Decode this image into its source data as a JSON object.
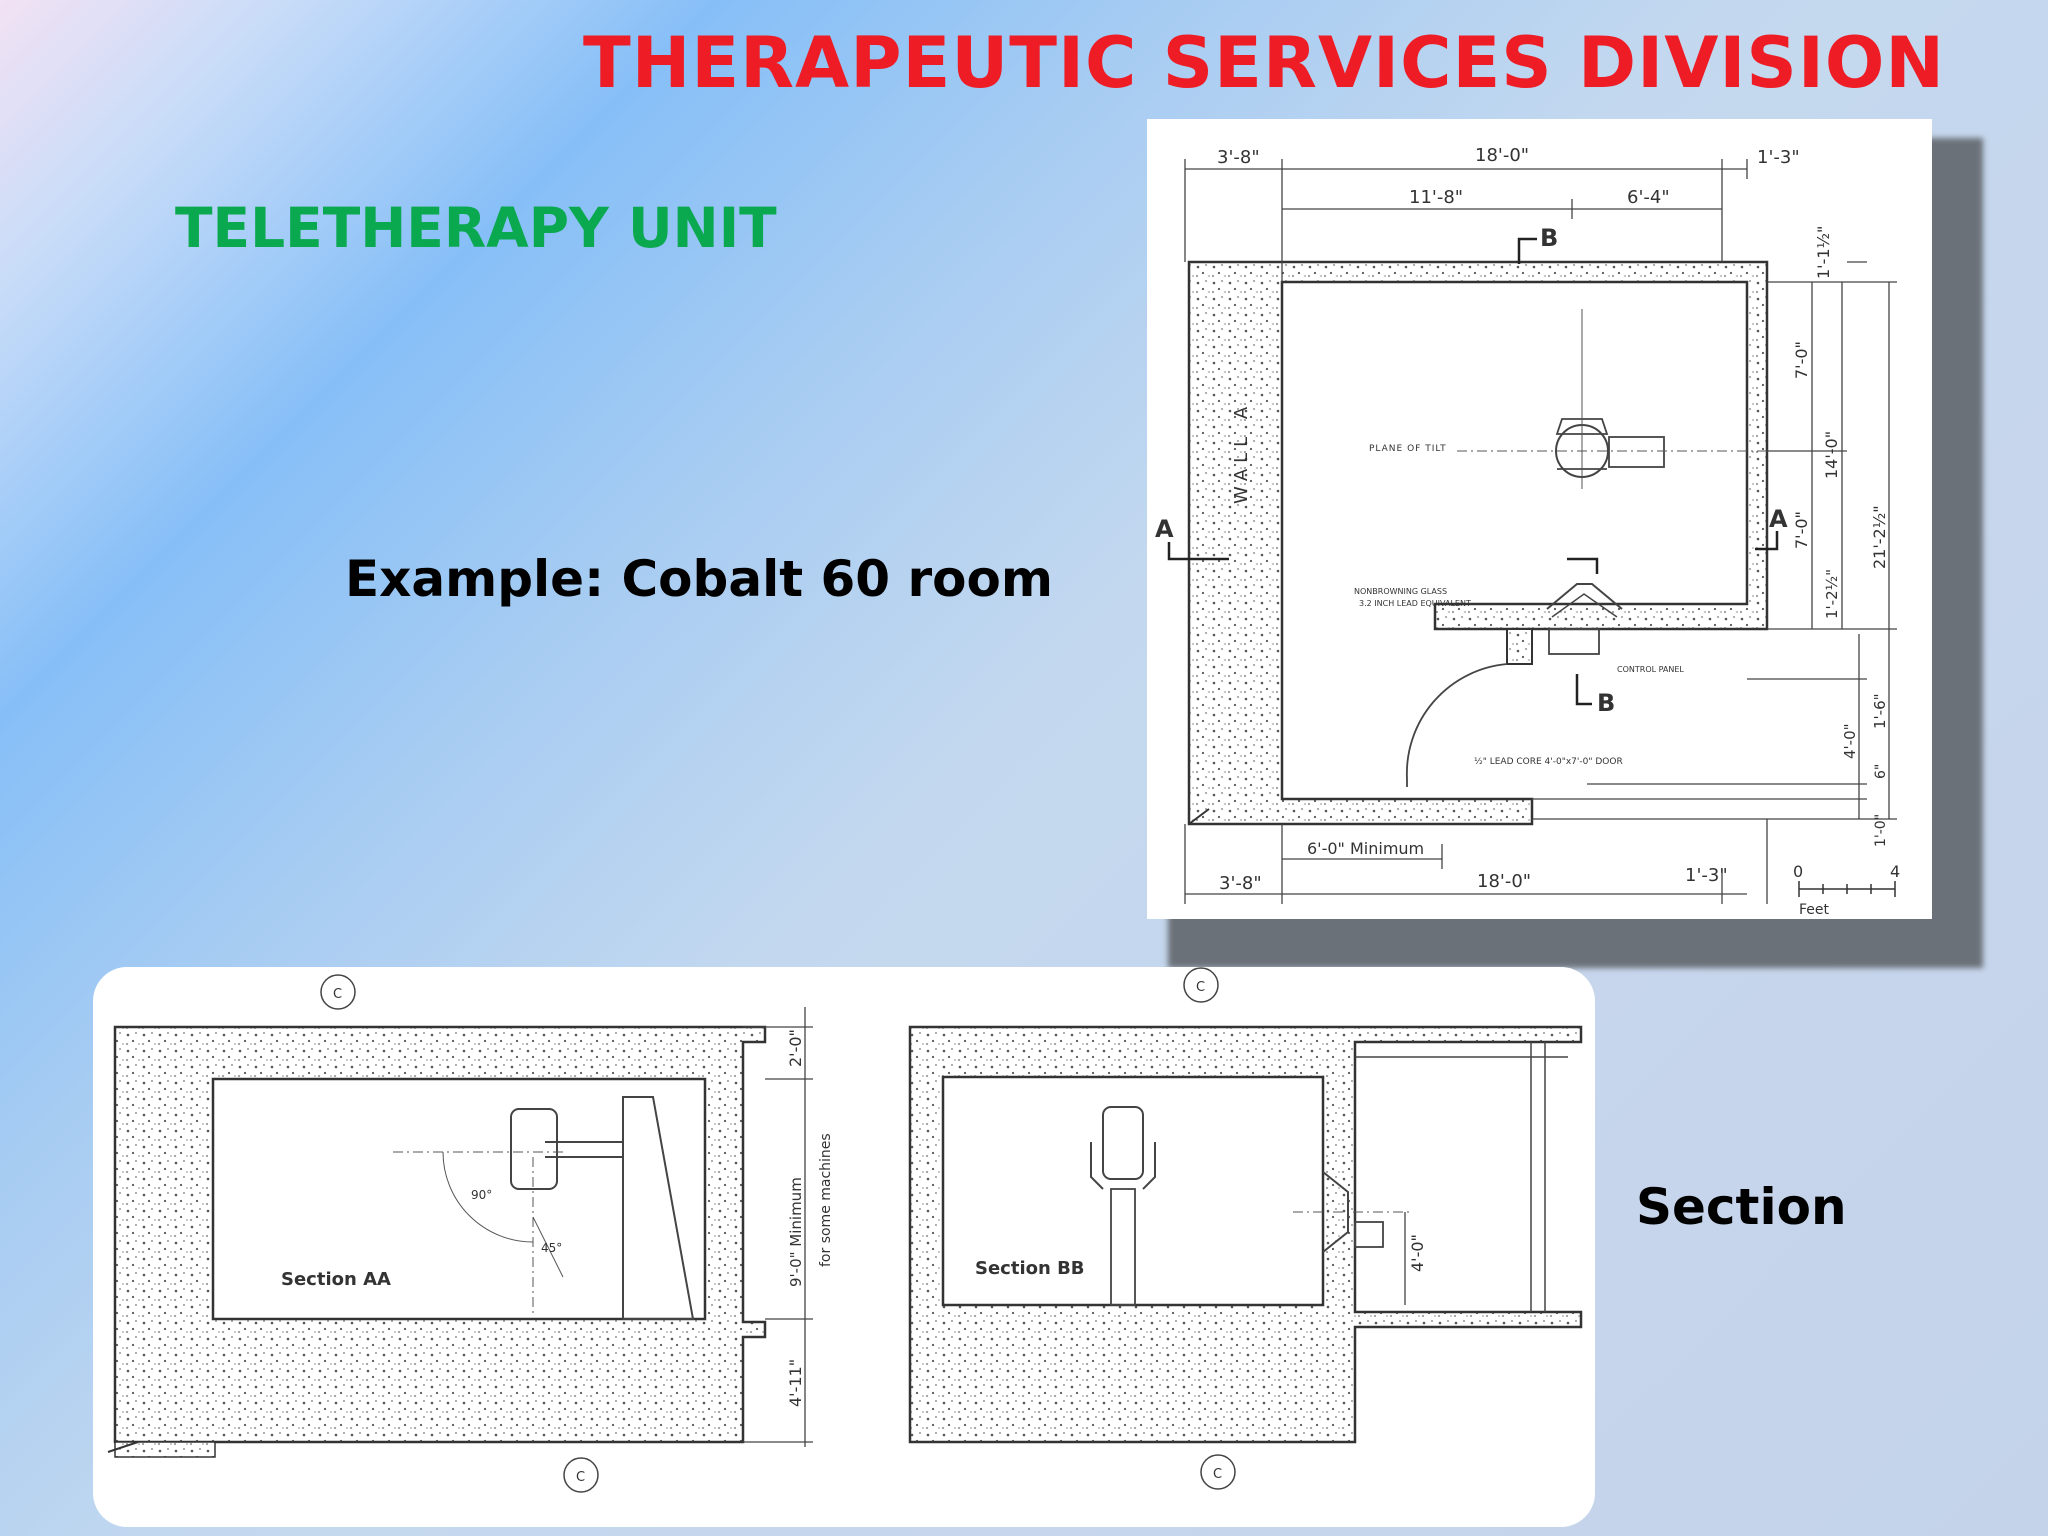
{
  "slide": {
    "title": "THERAPEUTIC SERVICES DIVISION",
    "subtitle": "TELETHERAPY UNIT",
    "example": "Example: Cobalt 60 room",
    "section_label": "Section"
  },
  "plan": {
    "top_dims": [
      "3'-8\"",
      "18'-0\"",
      "1'-3\"",
      "11'-8\"",
      "6'-4\""
    ],
    "bottom_dims": [
      "3'-8\"",
      "18'-0\"",
      "1'-3\"",
      "6'-0\" Minimum"
    ],
    "right_dims": [
      "1'-1½\"",
      "7'-0\"",
      "14'-0\"",
      "7'-0\"",
      "21'-2½\"",
      "1'-2½\"",
      "1'-6\"",
      "4'-0\"",
      "6\"",
      "1'-0\""
    ],
    "wall_label": "WALL A",
    "section_marks": [
      "A",
      "A",
      "B",
      "B"
    ],
    "plane_label": "PLANE OF TILT",
    "glass_label": [
      "NONBROWNING GLASS",
      "3.2 INCH LEAD EQUIVALENT"
    ],
    "control_label": "CONTROL PANEL",
    "door_label": "½\" LEAD CORE 4'-0\"x7'-0\" DOOR",
    "scale": {
      "start": "0",
      "end": "4",
      "unit": "Feet"
    }
  },
  "sections": {
    "aa_label": "Section AA",
    "bb_label": "Section BB",
    "aa_dims": [
      "2'-0\"",
      "9'-0\" Minimum",
      "for some machines",
      "4'-11\""
    ],
    "aa_angles": [
      "90°",
      "45°"
    ],
    "bb_dims": [
      "4'-0\""
    ],
    "centerline_marks": [
      "C",
      "C",
      "C",
      "C"
    ]
  }
}
